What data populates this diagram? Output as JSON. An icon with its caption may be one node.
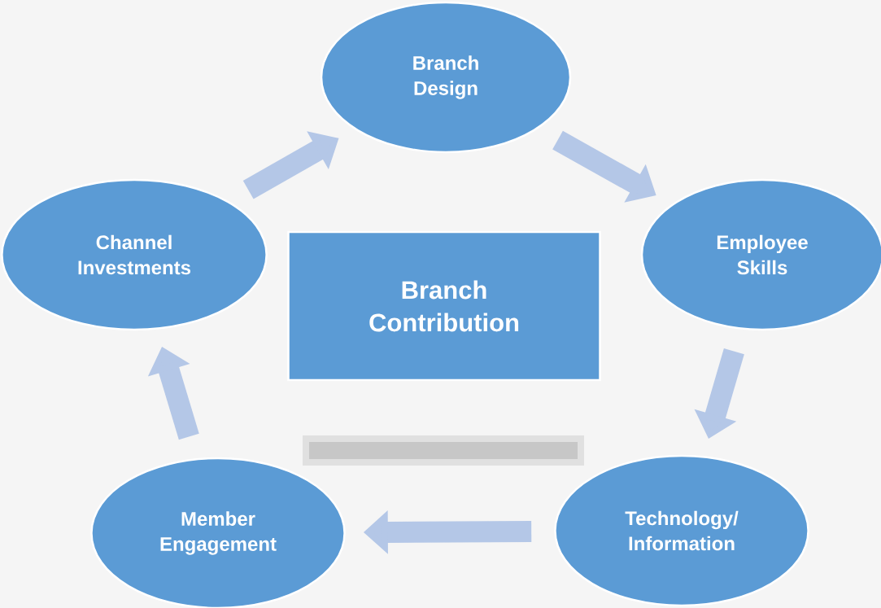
{
  "diagram": {
    "nodes": [
      {
        "text": [
          "Branch Design"
        ]
      },
      {
        "text": [
          "Employee Skills"
        ]
      },
      {
        "text": [
          "Technology/ Information"
        ]
      },
      {
        "text": [
          "Member Engagement"
        ]
      },
      {
        "text": [
          "Channel Investments"
        ]
      },
      {
        "text": [
          "Branch Contribution"
        ]
      }
    ],
    "edges": [
      {
        "from": 4,
        "to": 0,
        "arrow": "to"
      },
      {
        "from": 0,
        "to": 1,
        "arrow": "to"
      },
      {
        "from": 1,
        "to": 2,
        "arrow": "to"
      },
      {
        "from": 2,
        "to": 3,
        "arrow": "to"
      },
      {
        "from": 3,
        "to": 4,
        "arrow": "to"
      }
    ]
  }
}
